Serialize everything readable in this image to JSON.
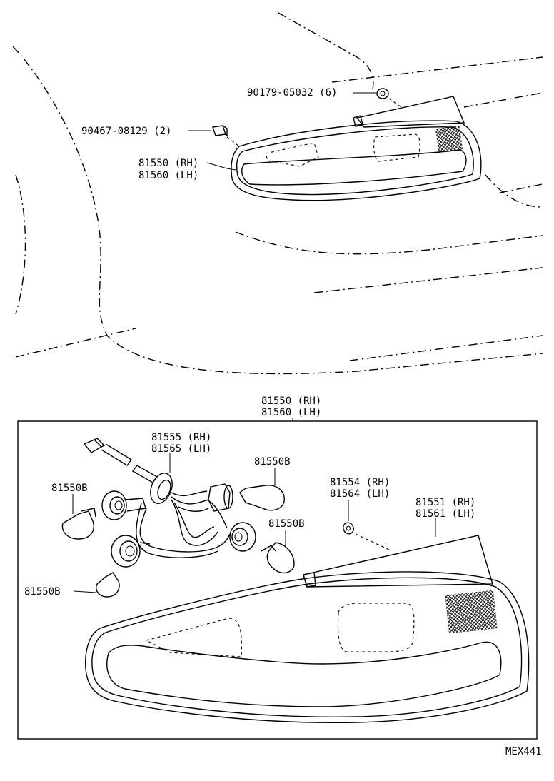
{
  "callouts": {
    "nut": "90179-05032 (6)",
    "clip": "90467-08129 (2)",
    "lamp_rh": "81550 (RH)",
    "lamp_lh": "81560 (LH)",
    "assy_rh": "81550 (RH)",
    "assy_lh": "81560 (LH)",
    "socket_rh": "81555 (RH)",
    "socket_lh": "81565 (LH)",
    "bulb_top": "81550B",
    "bulb_left": "81550B",
    "bulb_right": "81550B",
    "bulb_bottom": "81550B",
    "gasket_rh": "81554 (RH)",
    "gasket_lh": "81564 (LH)",
    "lens_rh": "81551 (RH)",
    "lens_lh": "81561 (LH)"
  },
  "code": "MEX441"
}
